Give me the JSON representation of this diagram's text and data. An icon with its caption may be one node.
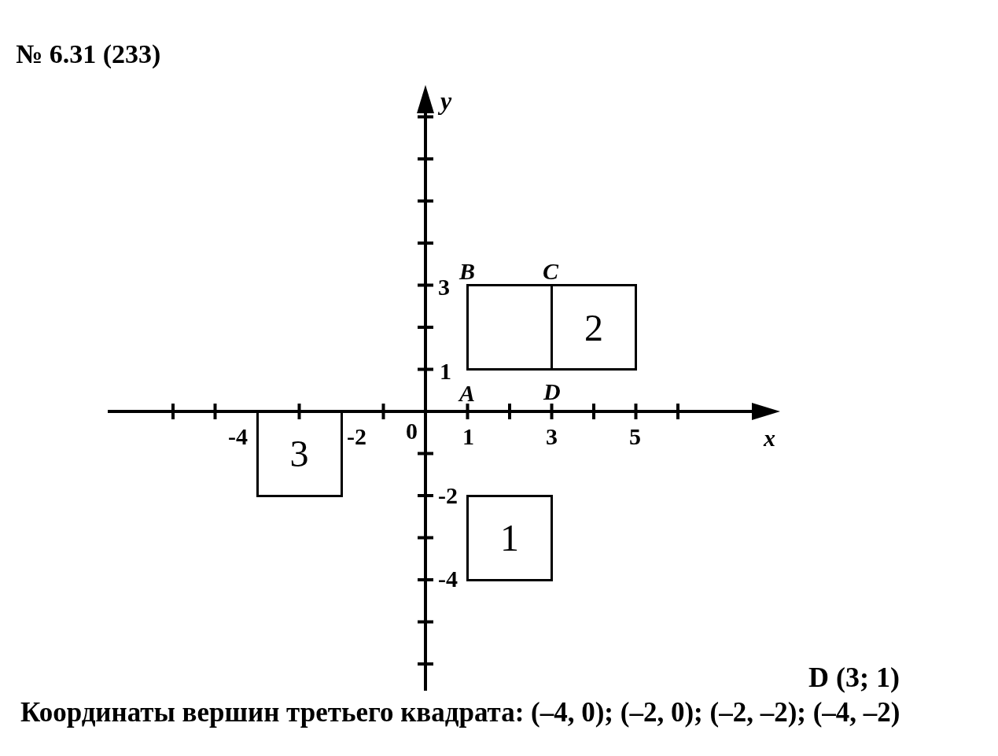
{
  "diagram": {
    "title": "№ 6.31 (233)",
    "caption": "Координаты вершин третьего квадрата: (–4, 0); (–2, 0); (–2, –2); (–4, –2)",
    "nodes": [
      {
        "text": [],
        "shape": "box"
      },
      {
        "text": [
          "2"
        ]
      },
      {
        "text": [
          "3"
        ]
      },
      {
        "text": [
          "1"
        ]
      }
    ],
    "edges": [],
    "labels": [
      "y",
      "B",
      "C",
      "3",
      "1",
      "A",
      "D",
      "-4",
      "-2",
      "0",
      "1",
      "3",
      "5",
      "x",
      "-2",
      "-4",
      "D (3; 1)"
    ]
  }
}
